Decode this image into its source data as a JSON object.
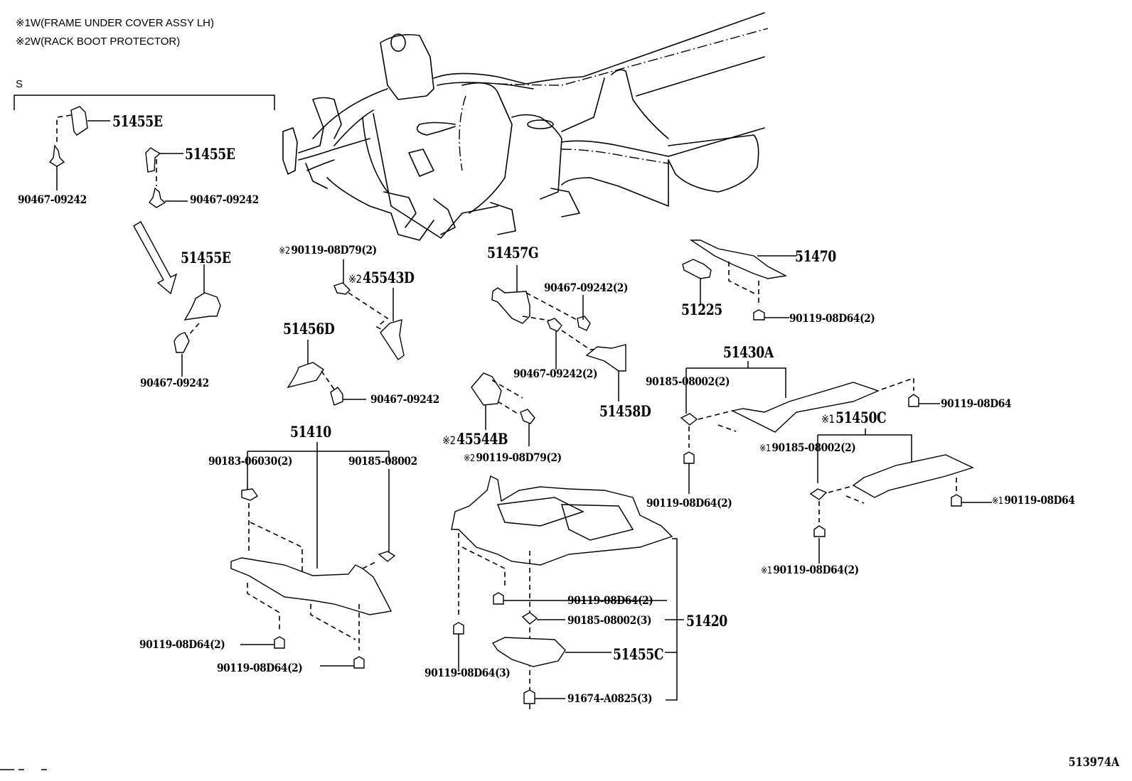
{
  "notes": [
    {
      "mark": "※1",
      "text": "W(FRAME UNDER COVER ASSY LH)"
    },
    {
      "mark": "※2",
      "text": "W(RACK BOOT PROTECTOR)"
    }
  ],
  "set_label": "S",
  "diagram_id": "513974A",
  "parts": {
    "p51455E_a": "51455E",
    "p51455E_b": "51455E",
    "p51455E_c": "51455E",
    "p90467_a": "90467-09242",
    "p90467_b": "90467-09242",
    "p90467_c": "90467-09242",
    "p90119_08D79_top": {
      "mark": "※2",
      "text": "90119-08D79(2)"
    },
    "p45543D": {
      "mark": "※2",
      "text": "45543D"
    },
    "p51456D": "51456D",
    "p90467_d": "90467-09242",
    "p51457G": "51457G",
    "p90467_e": "90467-09242(2)",
    "p90467_f": "90467-09242(2)",
    "p51458D": "51458D",
    "p45544B": {
      "mark": "※2",
      "text": "45544B"
    },
    "p90119_08D79_bot": {
      "mark": "※2",
      "text": "90119-08D79(2)"
    },
    "p51470": "51470",
    "p51225": "51225",
    "p90119_08D64_a": "90119-08D64(2)",
    "p51430A": "51430A",
    "p90185_08002_a": "90185-08002(2)",
    "p90119_08D64_b": "90119-08D64",
    "p90119_08D64_c": "90119-08D64(2)",
    "p51450C": {
      "mark": "※1",
      "text": "51450C"
    },
    "p90185_08002_b": {
      "mark": "※1",
      "text": "90185-08002(2)"
    },
    "p90119_08D64_d": {
      "mark": "※1",
      "text": "90119-08D64"
    },
    "p90119_08D64_e": {
      "mark": "※1",
      "text": "90119-08D64(2)"
    },
    "p51410": "51410",
    "p90183_06030": "90183-06030(2)",
    "p90185_08002_c": "90185-08002",
    "p90119_08D64_f": "90119-08D64(2)",
    "p90119_08D64_g": "90119-08D64(2)",
    "p90119_08D64_h": "90119-08D64(2)",
    "p90185_08002_d": "90185-08002(3)",
    "p51420": "51420",
    "p51455C": "51455C",
    "p90119_08D64_i": "90119-08D64(3)",
    "p91674": "91674-A0825(3)"
  }
}
